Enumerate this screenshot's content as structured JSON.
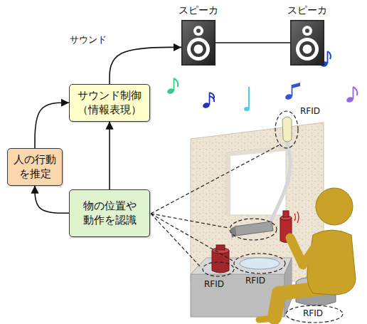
{
  "diagram": {
    "nodes": [
      {
        "text": [
          "スピーカ"
        ]
      },
      {
        "text": [
          "スピーカ"
        ]
      },
      {
        "text": [
          "サウンド制御 （情報表現）"
        ]
      },
      {
        "text": [
          "人の行動 を推定"
        ]
      },
      {
        "text": [
          "物の位置や 動作を認識"
        ]
      }
    ],
    "edges": [
      {
        "from": 4,
        "to": 3,
        "arrow": "to"
      },
      {
        "from": 4,
        "to": 2,
        "arrow": "to"
      },
      {
        "from": 3,
        "to": 2,
        "arrow": "to"
      },
      {
        "from": 2,
        "to": 0,
        "label": "サウンド",
        "arrow": "to"
      },
      {
        "from": 0,
        "to": 1,
        "arrow": "none"
      }
    ],
    "labels": [
      "RFID",
      "RFID",
      "RFID",
      "RFID"
    ]
  }
}
